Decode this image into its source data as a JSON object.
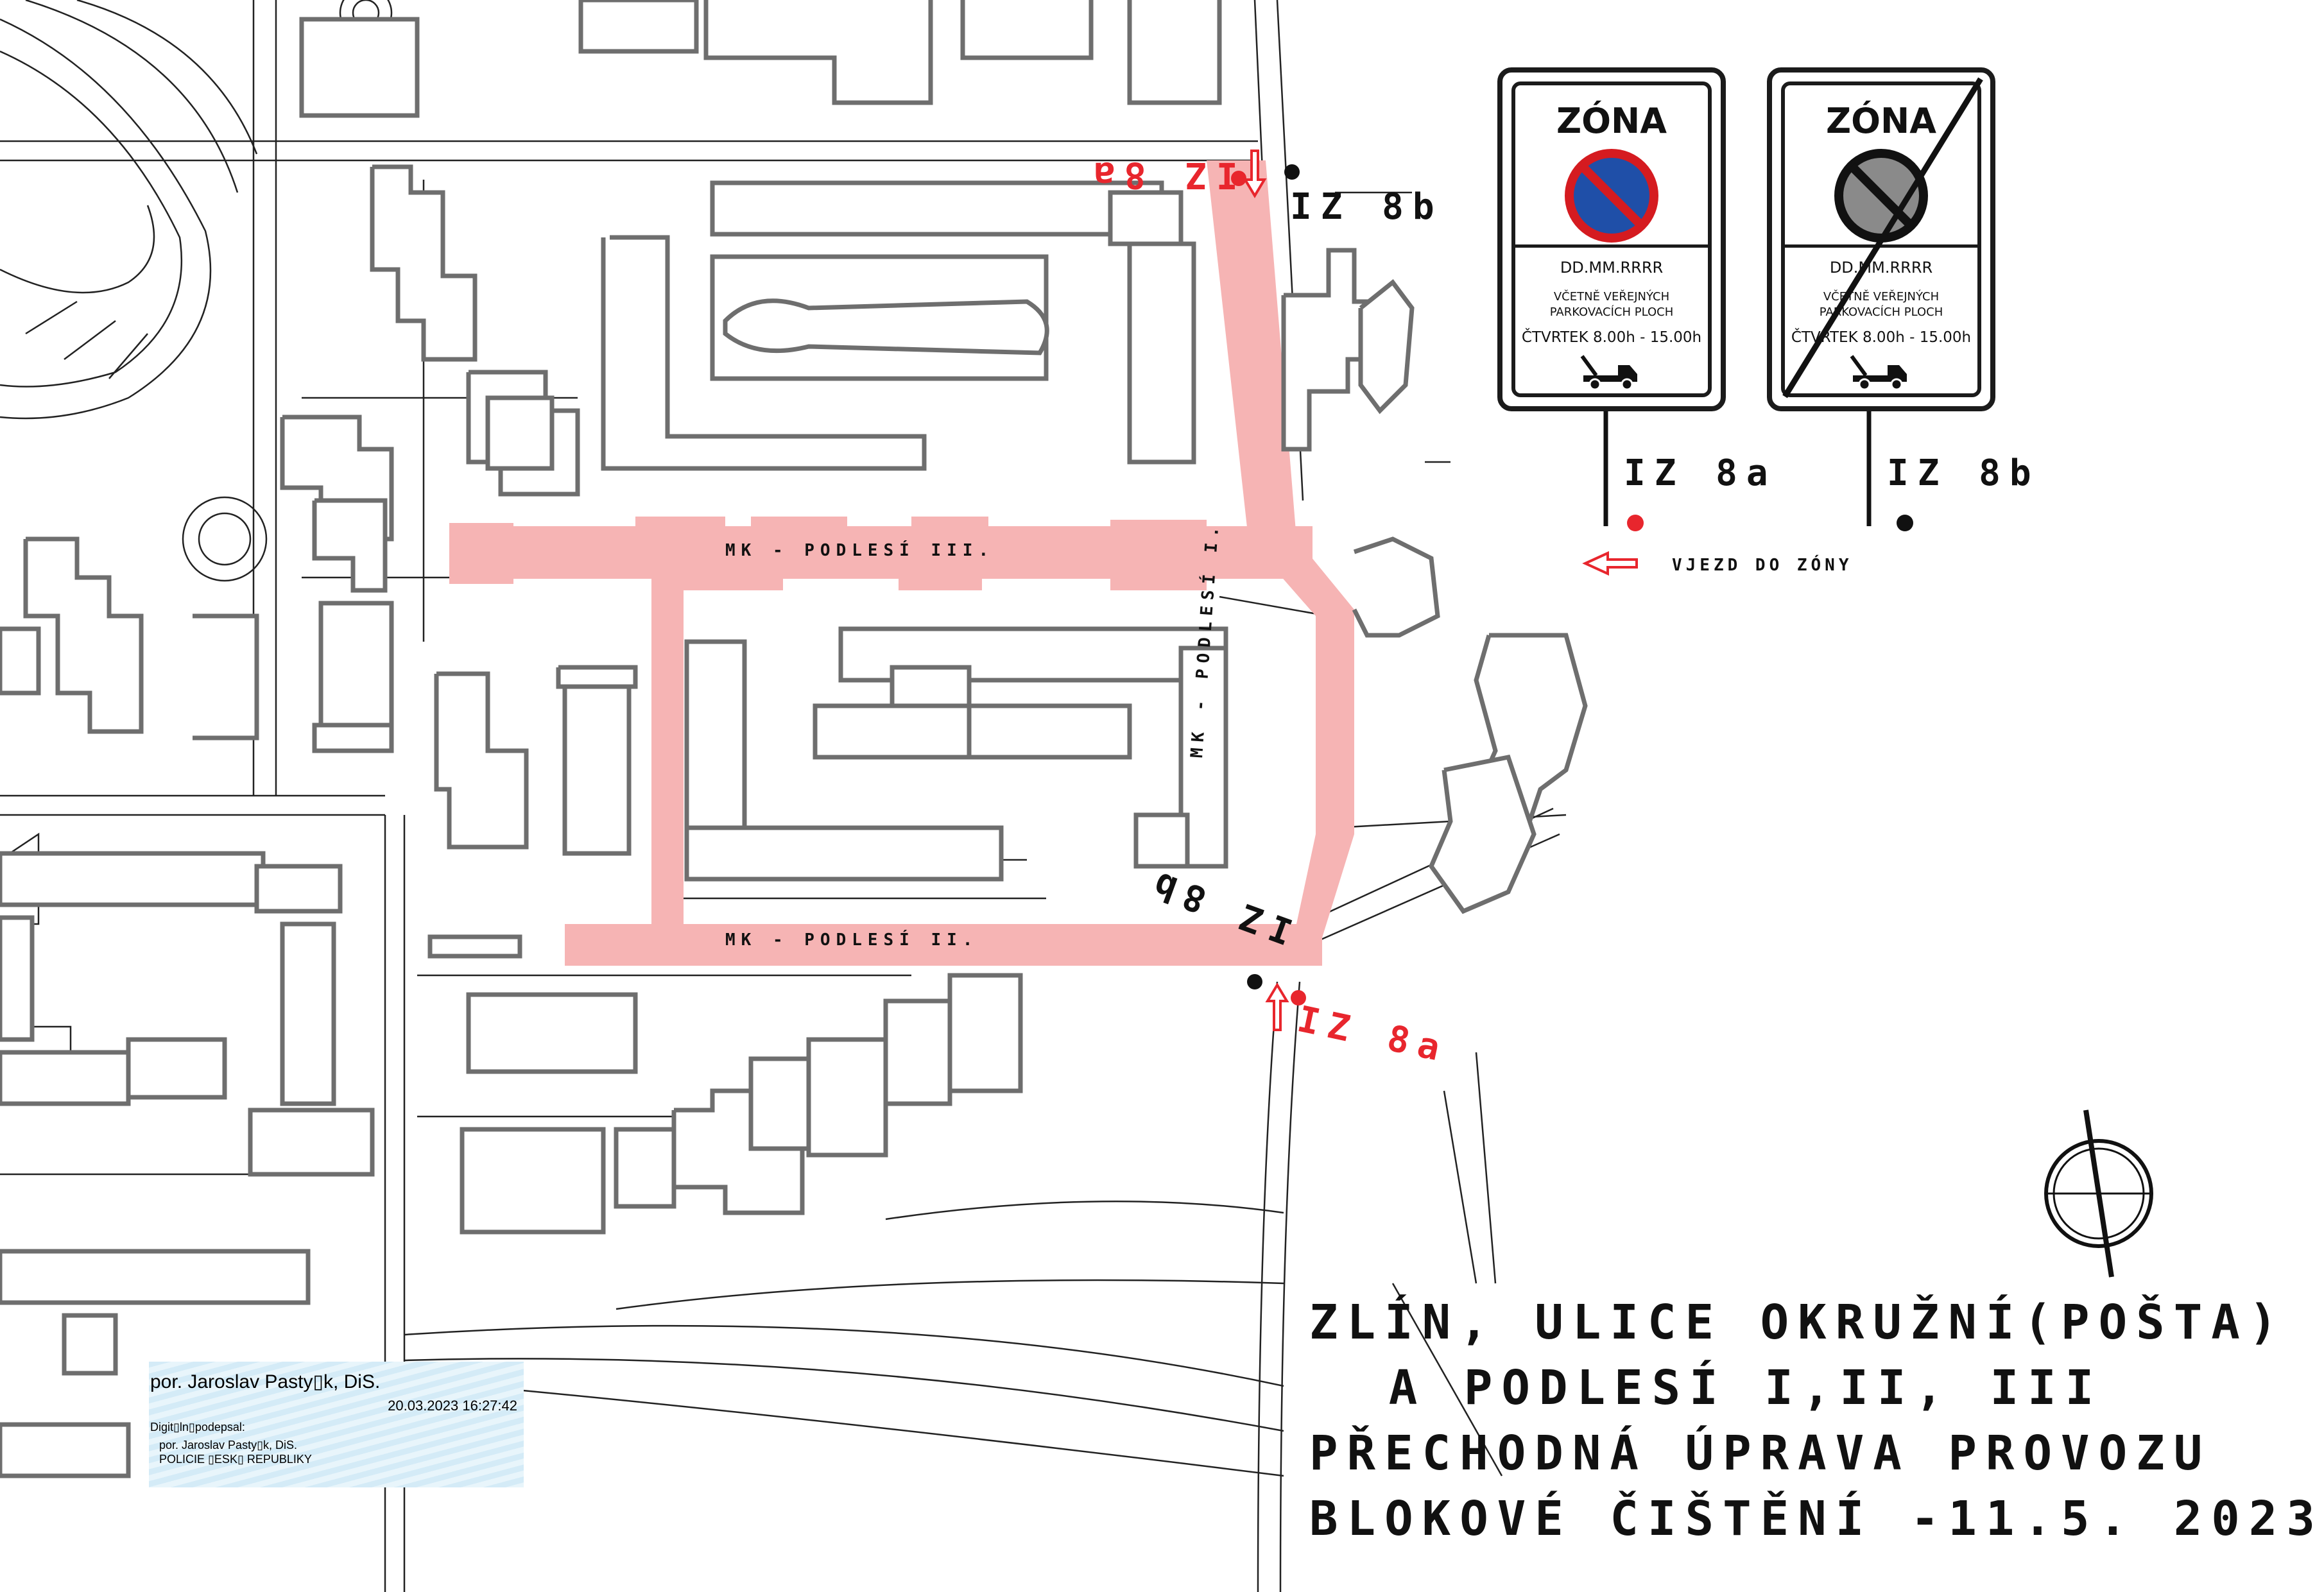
{
  "title": {
    "line1": "ZLÍN, ULICE OKRUŽNÍ(POŠTA)",
    "line2": "A PODLESÍ I,II, III",
    "line3": "PŘECHODNÁ ÚPRAVA PROVOZU",
    "line4": "BLOKOVÉ ČIŠTĚNÍ -11.5. 2023"
  },
  "streets": {
    "podlesi3": "MK - PODLESÍ III.",
    "podlesi2": "MK - PODLESÍ II.",
    "podlesi1": "MK - PODLESÍ I."
  },
  "signs": {
    "zone_start": {
      "title": "ZÓNA",
      "date": "DD.MM.RRRR",
      "including_line1": "VČETNĚ VEŘEJNÝCH",
      "including_line2": "PARKOVACÍCH PLOCH",
      "time": "ČTVRTEK  8.00h - 15.00h",
      "code": "IZ 8a",
      "pictogram": "no-parking-icon",
      "tow": "tow-truck-icon"
    },
    "zone_end": {
      "title": "ZÓNA",
      "date": "DD.MM.RRRR",
      "including_line1": "VČETNĚ VEŘEJNÝCH",
      "including_line2": "PARKOVACÍCH PLOCH",
      "time": "ČTVRTEK  8.00h - 15.00h",
      "code": "IZ 8b",
      "pictogram": "no-parking-crossed-icon",
      "tow": "tow-truck-icon"
    }
  },
  "legend": {
    "entry_label": "VJEZD DO ZÓNY"
  },
  "placements": {
    "top_start": "IZ 8a",
    "top_end": "IZ 8b",
    "bottom_end": "IZ 8b",
    "bottom_start": "IZ 8a"
  },
  "stamp": {
    "name": "por. Jaroslav Pasty▯k, DiS.",
    "datetime": "20.03.2023 16:27:42",
    "label": "Digit▯ln▯podepsal:",
    "signer": "por. Jaroslav Pasty▯k, DiS.",
    "org": "POLICIE ▯ESK▯ REPUBLIKY"
  },
  "colors": {
    "zone": "#f6b4b4",
    "accent": "#e8262d",
    "building": "#6e6e6e",
    "sign_blue": "#1f4fa8",
    "sign_red": "#d51b20"
  }
}
